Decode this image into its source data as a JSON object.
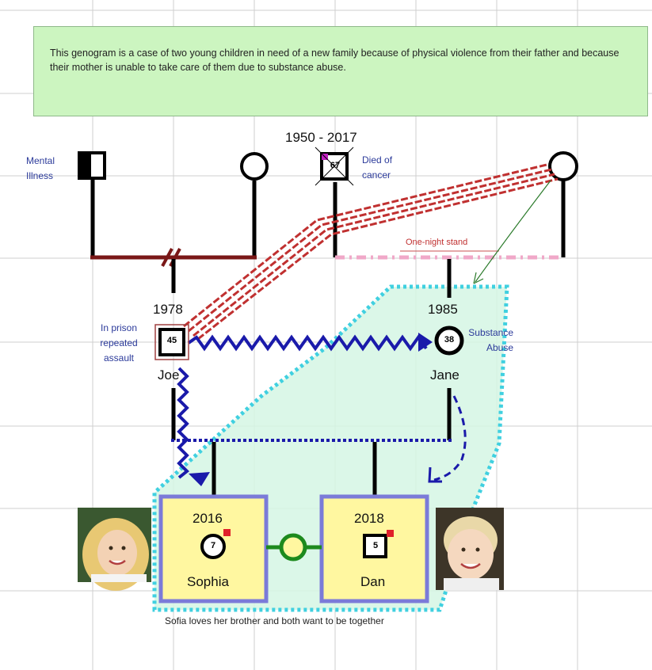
{
  "note": "This genogram is a case of two young children in need of a new family because of physical violence from their father and because their mother is unable to take care of them due to substance abuse.",
  "people": {
    "paternal_grandfather": {
      "note": "Mental Illness"
    },
    "grandfather_deceased": {
      "years": "1950 - 2017",
      "age": "67",
      "note": "Died of cancer"
    },
    "joe": {
      "name": "Joe",
      "year": "1978",
      "age": "45",
      "note": "In prison repeated assault"
    },
    "jane": {
      "name": "Jane",
      "year": "1985",
      "age": "38",
      "note": "Substance Abuse"
    },
    "sophia": {
      "name": "Sophia",
      "year": "2016",
      "age": "7"
    },
    "dan": {
      "name": "Dan",
      "year": "2018",
      "age": "5"
    }
  },
  "relationships": {
    "one_night_stand": "One-night stand",
    "siblings": "Sofia loves her brother and both want to be together"
  },
  "colors": {
    "note_bg": "#ccf5c0",
    "abuse": "#1a1aaa",
    "distrust": "#c03030",
    "household": "#40d0e0",
    "child_box": "#fff7a0",
    "child_border": "#7b7bd8",
    "close_bond": "#1d8a1d"
  },
  "icons": [
    "child-photo-girl",
    "child-photo-boy"
  ]
}
